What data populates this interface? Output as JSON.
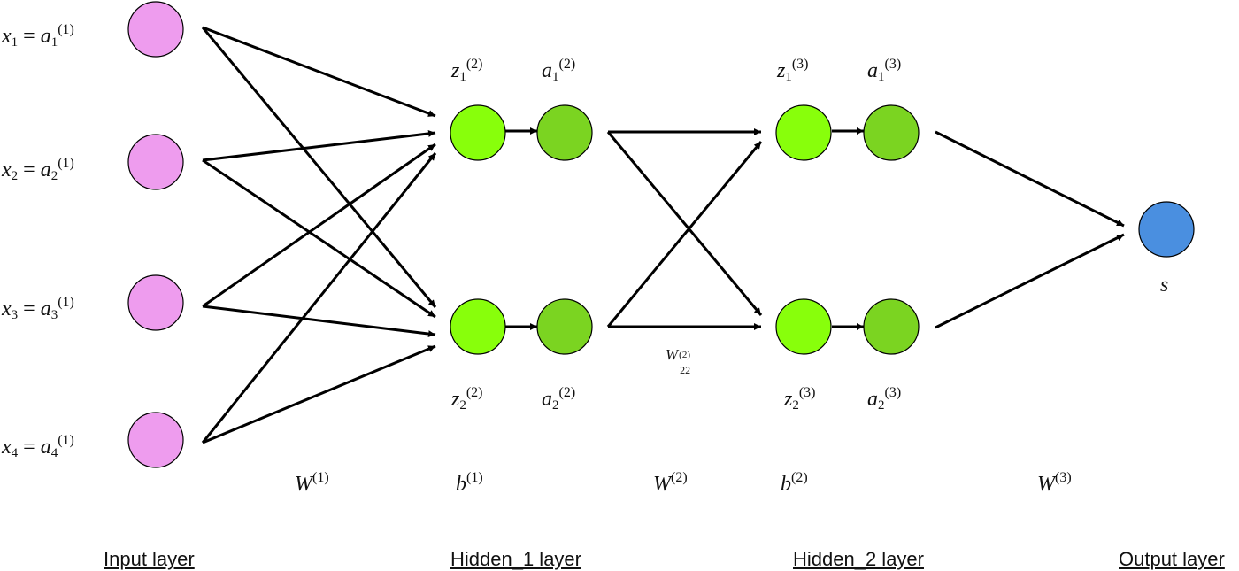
{
  "colors": {
    "input": "#ee9cee",
    "hidden_z": "#88ff0b",
    "hidden_a": "#7bd421",
    "output": "#4a8fe0",
    "edge": "#000000"
  },
  "inputs": [
    {
      "x": "x",
      "xsub": "1",
      "a": "a",
      "asub": "1",
      "sup": "(1)"
    },
    {
      "x": "x",
      "xsub": "2",
      "a": "a",
      "asub": "2",
      "sup": "(1)"
    },
    {
      "x": "x",
      "xsub": "3",
      "a": "a",
      "asub": "3",
      "sup": "(1)"
    },
    {
      "x": "x",
      "xsub": "4",
      "a": "a",
      "asub": "4",
      "sup": "(1)"
    }
  ],
  "equals": "=",
  "hidden1": {
    "z1": {
      "base": "z",
      "sub": "1",
      "sup": "(2)"
    },
    "a1": {
      "base": "a",
      "sub": "1",
      "sup": "(2)"
    },
    "z2": {
      "base": "z",
      "sub": "2",
      "sup": "(2)"
    },
    "a2": {
      "base": "a",
      "sub": "2",
      "sup": "(2)"
    }
  },
  "hidden2": {
    "z1": {
      "base": "z",
      "sub": "1",
      "sup": "(3)"
    },
    "a1": {
      "base": "a",
      "sub": "1",
      "sup": "(3)"
    },
    "z2": {
      "base": "z",
      "sub": "2",
      "sup": "(3)"
    },
    "a2": {
      "base": "a",
      "sub": "2",
      "sup": "(3)"
    }
  },
  "edge_label": {
    "base": "W",
    "sup": "(2)",
    "sub": "22"
  },
  "output": {
    "label": "s"
  },
  "weights": {
    "w1": {
      "base": "W",
      "sup": "(1)"
    },
    "b1": {
      "base": "b",
      "sup": "(1)"
    },
    "w2": {
      "base": "W",
      "sup": "(2)"
    },
    "b2": {
      "base": "b",
      "sup": "(2)"
    },
    "w3": {
      "base": "W",
      "sup": "(3)"
    }
  },
  "layers": {
    "input": "Input layer",
    "hidden1": "Hidden_1 layer",
    "hidden2": "Hidden_2 layer",
    "output": "Output layer"
  }
}
